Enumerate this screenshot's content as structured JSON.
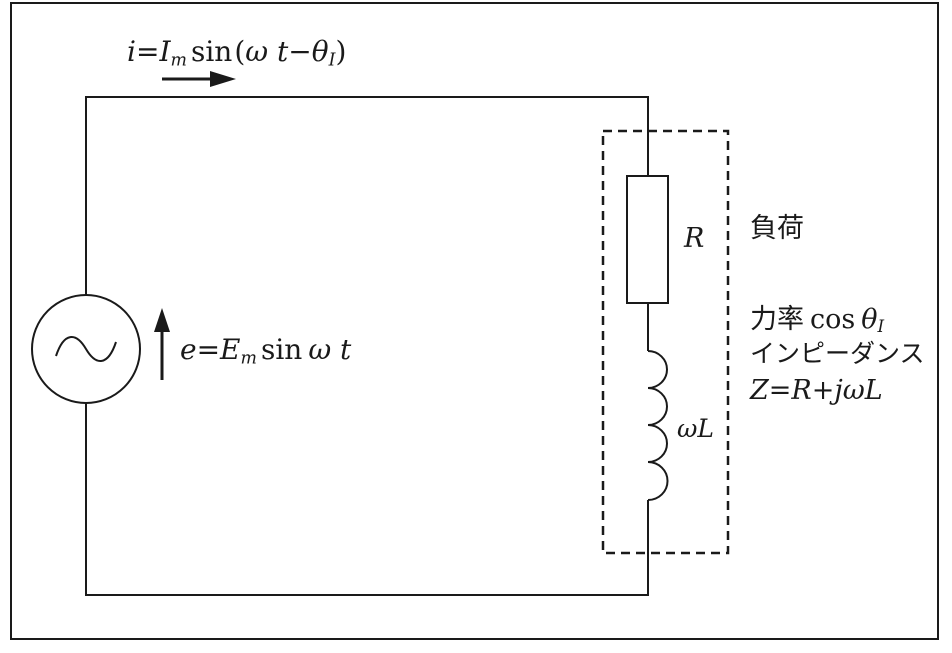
{
  "current": {
    "i": "i",
    "eq": "=",
    "I": "I",
    "m": "m",
    "sin": "sin",
    "open": "(",
    "omega_t": "ω t",
    "minus": "−",
    "theta": "θ",
    "theta_sub": "I",
    "close": ")"
  },
  "source": {
    "e": "e",
    "eq": "=",
    "E": "E",
    "m": "m",
    "sin": "sin",
    "omega_t": "ω t"
  },
  "load": {
    "R": "R",
    "omegaL": "ωL",
    "title": "負荷",
    "pf_label": "力率",
    "cos": "cos",
    "theta": "θ",
    "theta_sub": "I",
    "impedance_label": "インピーダンス",
    "impedance_formula": "Z=R+jωL"
  },
  "colors": {
    "line": "#1a1a1a",
    "background": "#ffffff"
  }
}
